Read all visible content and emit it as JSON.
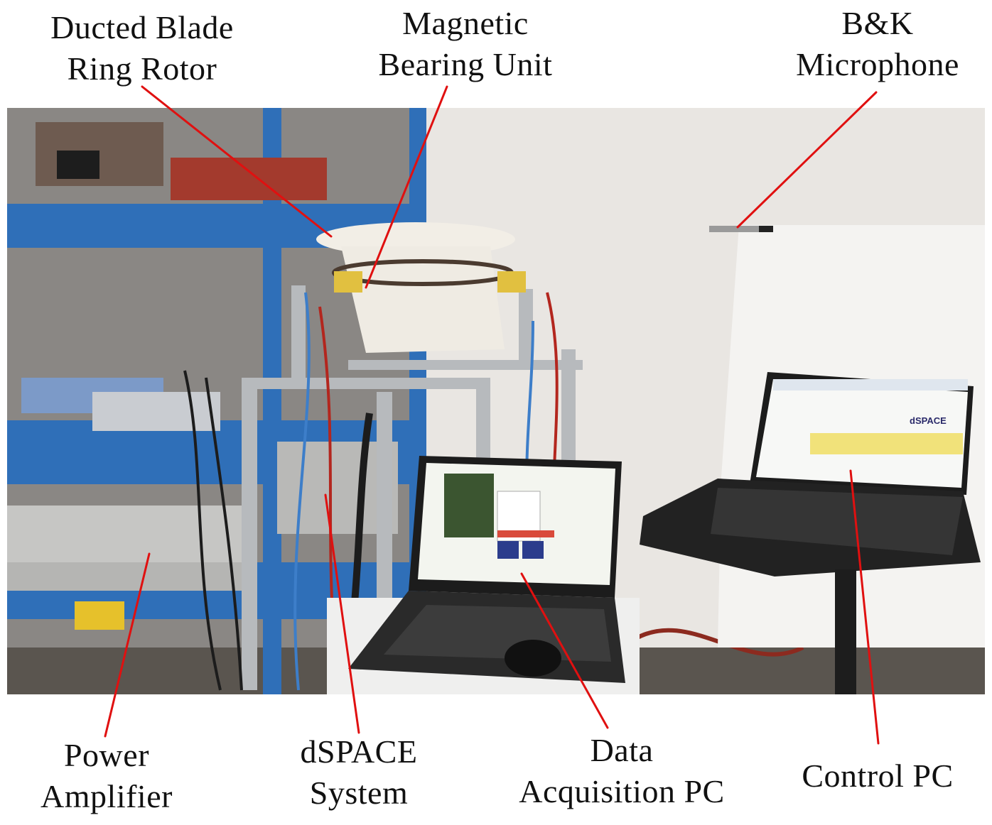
{
  "labels": {
    "ducted_blade": [
      "Ducted Blade",
      "Ring Rotor"
    ],
    "magnetic_bearing": [
      "Magnetic",
      "Bearing Unit"
    ],
    "bk_microphone": [
      "B&K",
      "Microphone"
    ],
    "power_amplifier": [
      "Power",
      "Amplifier"
    ],
    "dspace_system": [
      "dSPACE",
      "System"
    ],
    "data_acq_pc": [
      "Data",
      "Acquisition PC"
    ],
    "control_pc": [
      "Control PC"
    ]
  },
  "colors": {
    "leader": "#e01010",
    "shelf_blue": "#2f6fb8",
    "wall": "#e6e3df"
  },
  "photo_text": {
    "dspace_brand": "dSPACE"
  }
}
